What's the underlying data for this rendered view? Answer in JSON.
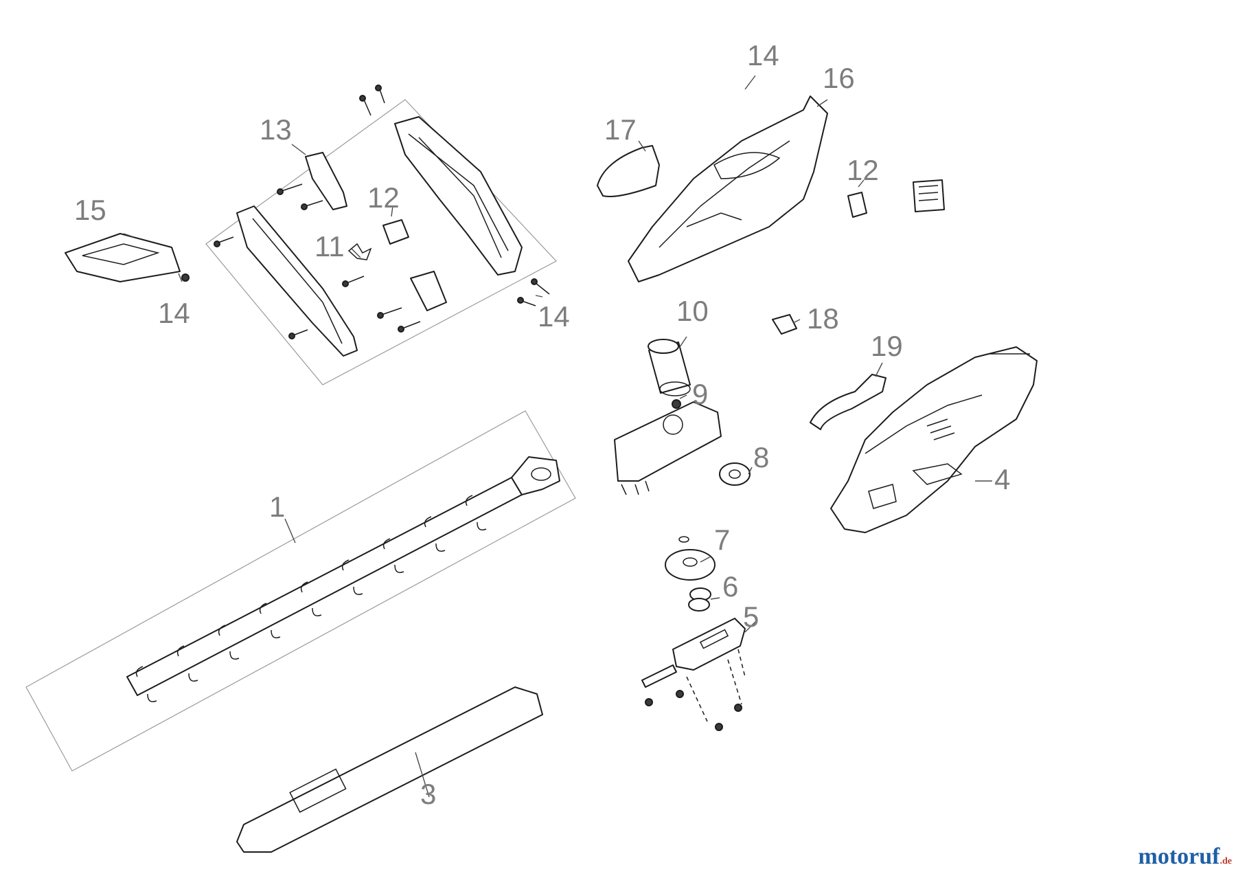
{
  "callouts": [
    {
      "id": "c1",
      "label": "1"
    },
    {
      "id": "c3",
      "label": "3"
    },
    {
      "id": "c4",
      "label": "4"
    },
    {
      "id": "c5",
      "label": "5"
    },
    {
      "id": "c6",
      "label": "6"
    },
    {
      "id": "c7",
      "label": "7"
    },
    {
      "id": "c8",
      "label": "8"
    },
    {
      "id": "c9",
      "label": "9"
    },
    {
      "id": "c10",
      "label": "10"
    },
    {
      "id": "c11",
      "label": "11"
    },
    {
      "id": "c12a",
      "label": "12"
    },
    {
      "id": "c12b",
      "label": "12"
    },
    {
      "id": "c13",
      "label": "13"
    },
    {
      "id": "c14a",
      "label": "14"
    },
    {
      "id": "c14b",
      "label": "14"
    },
    {
      "id": "c14c",
      "label": "14"
    },
    {
      "id": "c15",
      "label": "15"
    },
    {
      "id": "c16",
      "label": "16"
    },
    {
      "id": "c17",
      "label": "17"
    },
    {
      "id": "c18",
      "label": "18"
    },
    {
      "id": "c19",
      "label": "19"
    }
  ],
  "watermark": {
    "main": "motoruf",
    "tld": ".de"
  },
  "colors": {
    "callout": "#7d7d7d",
    "line": "#1c1c1c",
    "watermark_blue": "#1f5fa8",
    "watermark_red": "#c0392b"
  }
}
